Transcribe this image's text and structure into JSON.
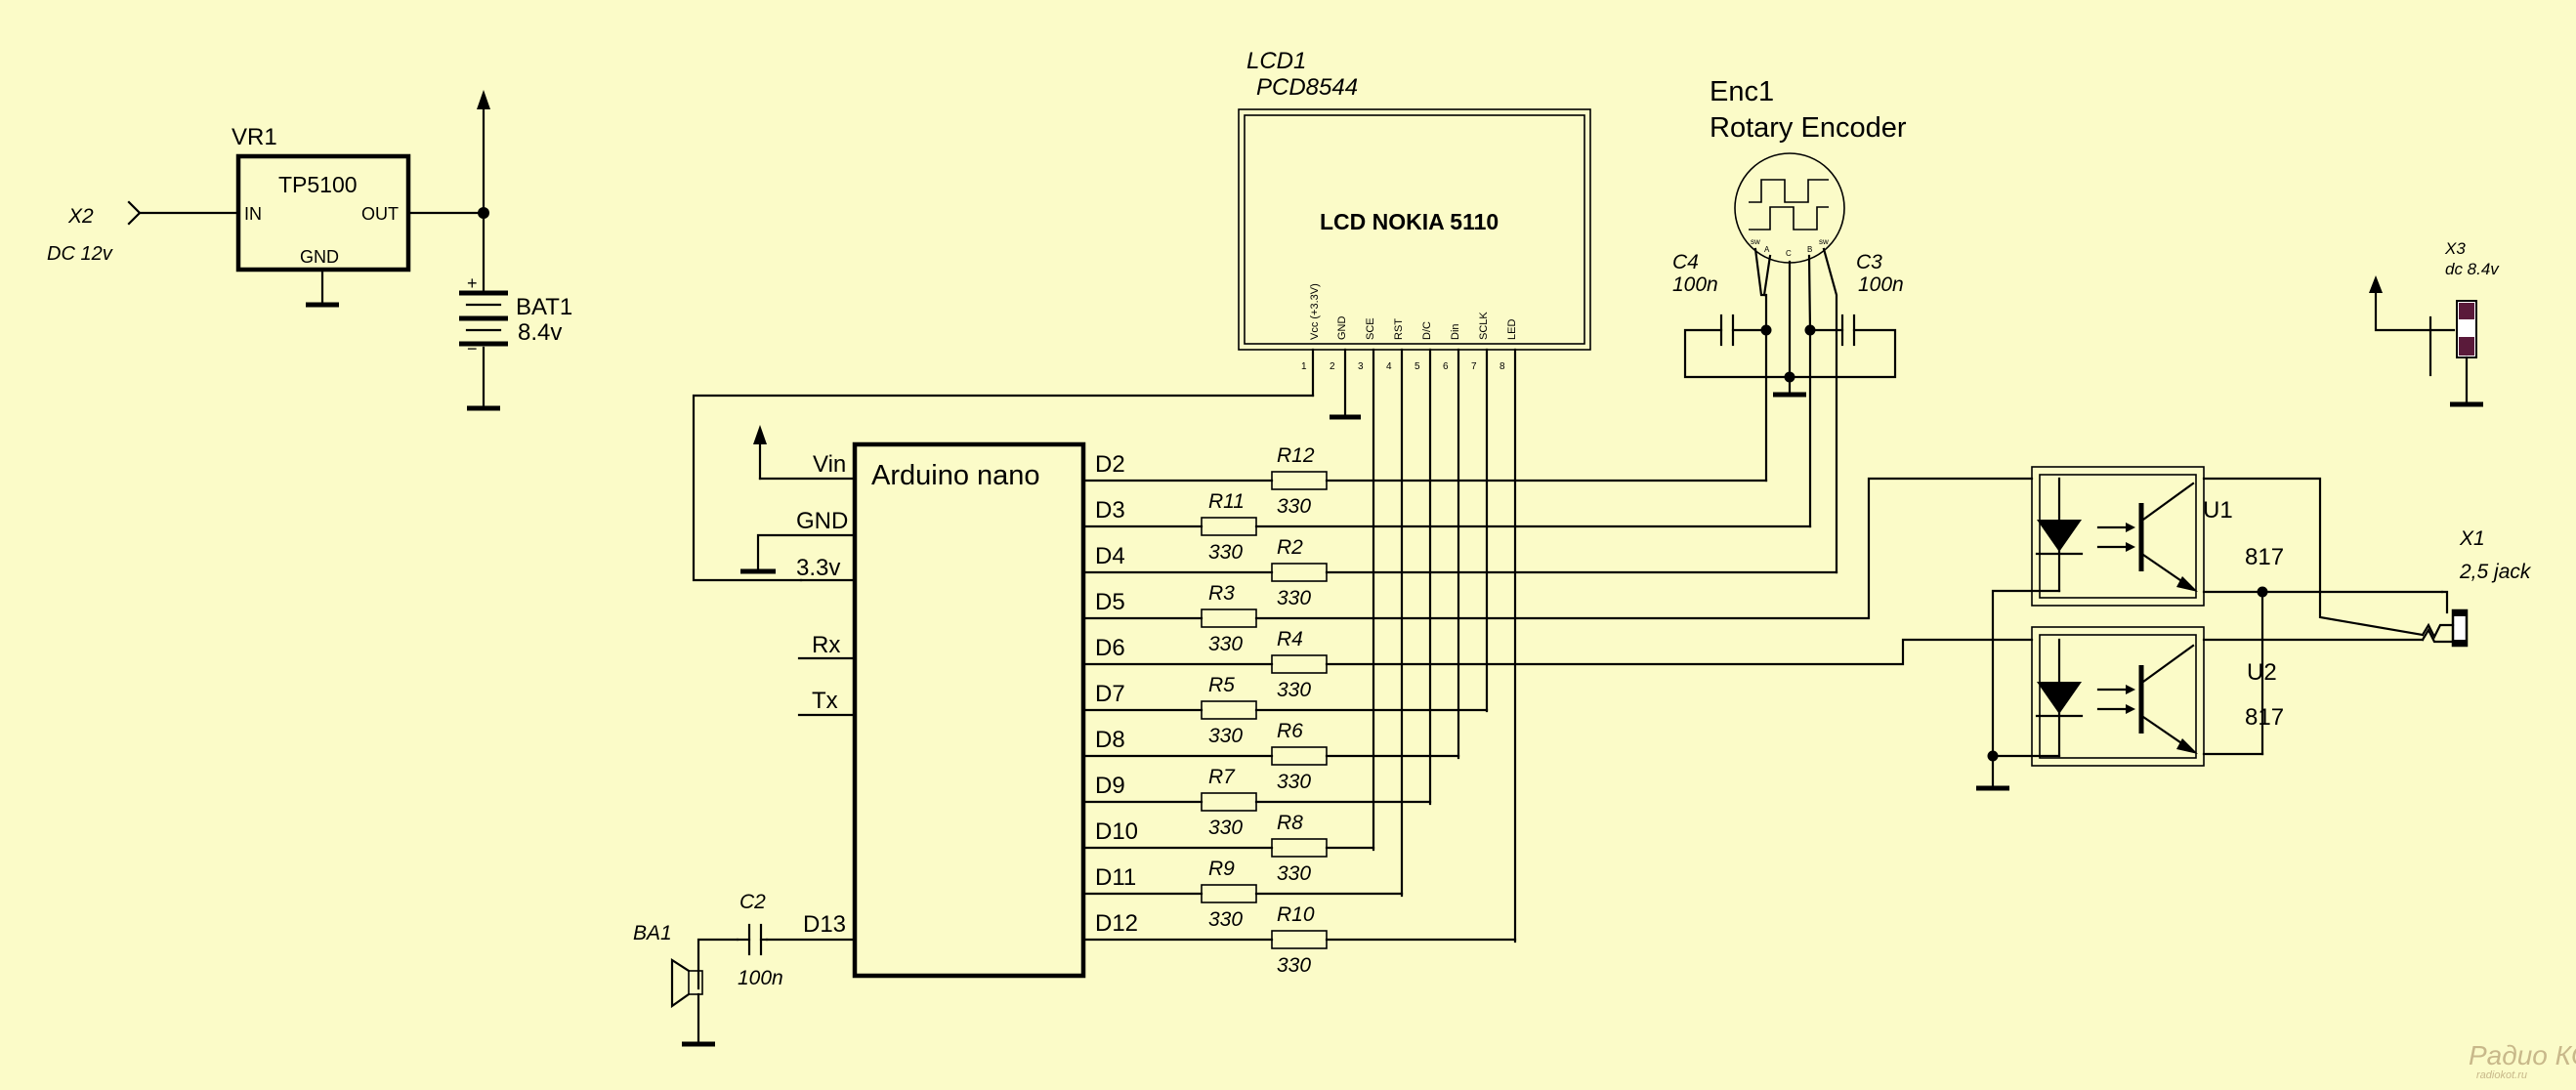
{
  "vr1": {
    "ref": "VR1",
    "part": "TP5100",
    "pin_in": "IN",
    "pin_out": "OUT",
    "pin_gnd": "GND"
  },
  "x2": {
    "ref": "X2",
    "value": "DC 12v"
  },
  "bat1": {
    "ref": "BAT1",
    "value": "8.4v"
  },
  "lcd1": {
    "ref": "LCD1",
    "part": "PCD8544",
    "name": "LCD NOKIA 5110",
    "pins": [
      {
        "name": "Vcc (+3.3V)",
        "num": "1"
      },
      {
        "name": "GND",
        "num": "2"
      },
      {
        "name": "SCE",
        "num": "3"
      },
      {
        "name": "RST",
        "num": "4"
      },
      {
        "name": "D/C",
        "num": "5"
      },
      {
        "name": "Din",
        "num": "6"
      },
      {
        "name": "SCLK",
        "num": "7"
      },
      {
        "name": "LED",
        "num": "8"
      }
    ]
  },
  "enc1": {
    "ref": "Enc1",
    "name": "Rotary Encoder",
    "pin_sw1": "sw",
    "pin_a": "A",
    "pin_c": "C",
    "pin_b": "B",
    "pin_sw2": "sw"
  },
  "c4": {
    "ref": "C4",
    "value": "100n"
  },
  "c3": {
    "ref": "C3",
    "value": "100n"
  },
  "c2": {
    "ref": "C2",
    "value": "100n"
  },
  "x3": {
    "ref": "X3",
    "value": "dc 8.4v"
  },
  "arduino": {
    "name": "Arduino nano",
    "left_pins": [
      "Vin",
      "GND",
      "3.3v",
      "Rx",
      "Tx",
      "D13"
    ],
    "right_pins": [
      "D2",
      "D3",
      "D4",
      "D5",
      "D6",
      "D7",
      "D8",
      "D9",
      "D10",
      "D11",
      "D12"
    ]
  },
  "resistors": [
    {
      "ref": "R12",
      "value": "330"
    },
    {
      "ref": "R11",
      "value": "330"
    },
    {
      "ref": "R2",
      "value": "330"
    },
    {
      "ref": "R3",
      "value": "330"
    },
    {
      "ref": "R4",
      "value": "330"
    },
    {
      "ref": "R5",
      "value": "330"
    },
    {
      "ref": "R6",
      "value": "330"
    },
    {
      "ref": "R7",
      "value": "330"
    },
    {
      "ref": "R8",
      "value": "330"
    },
    {
      "ref": "R9",
      "value": "330"
    },
    {
      "ref": "R10",
      "value": "330"
    }
  ],
  "u1": {
    "ref": "U1",
    "value": "817"
  },
  "u2": {
    "ref": "U2",
    "value": "817"
  },
  "x1": {
    "ref": "X1",
    "value": "2,5 jack"
  },
  "ba1": {
    "ref": "BA1"
  },
  "watermark": {
    "line1": "Радио КОТ",
    "line2": "radiokot.ru"
  }
}
